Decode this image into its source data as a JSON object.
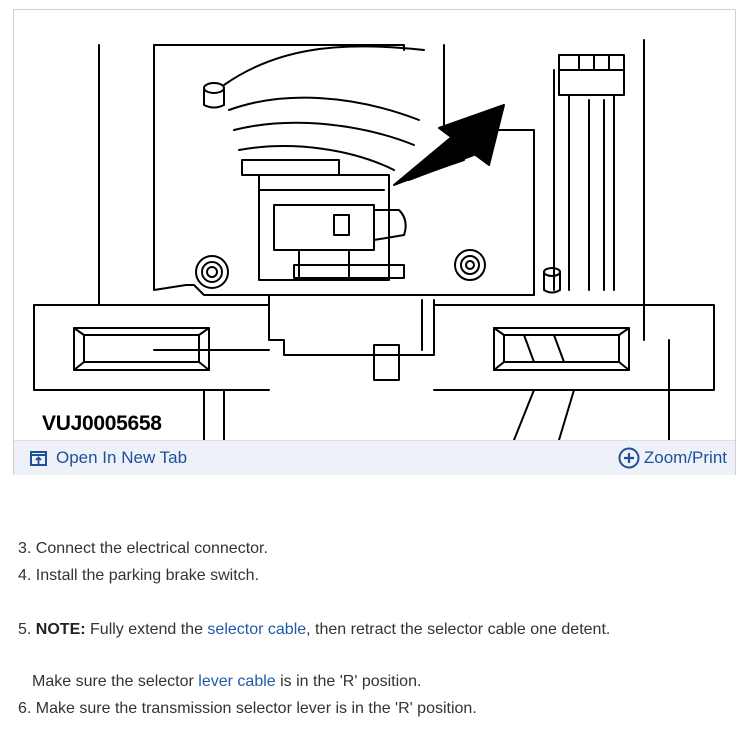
{
  "figure": {
    "id_label": "VUJ0005658",
    "open_tab_label": "Open In New Tab",
    "zoom_label": "Zoom/Print"
  },
  "steps": [
    {
      "number": "3.",
      "text": "Connect the electrical connector."
    },
    {
      "number": "4.",
      "text": "Install the parking brake switch."
    },
    {
      "number": "5.",
      "note_label": "NOTE:",
      "text_before": " Fully extend the ",
      "link_text": "selector cable",
      "text_after": ", then retract the selector cable one detent."
    },
    {
      "text_before": "Make sure the selector ",
      "link_text": "lever cable",
      "text_after": " is in the 'R' position."
    },
    {
      "number": "6.",
      "text": "Make sure the transmission selector lever is in the 'R' position."
    }
  ],
  "colors": {
    "link": "#1f5aa6",
    "toolbar_bg": "#eef1f7",
    "toolbar_text": "#1f4f9a"
  },
  "icons": [
    "open-new-tab-icon",
    "zoom-plus-icon"
  ]
}
